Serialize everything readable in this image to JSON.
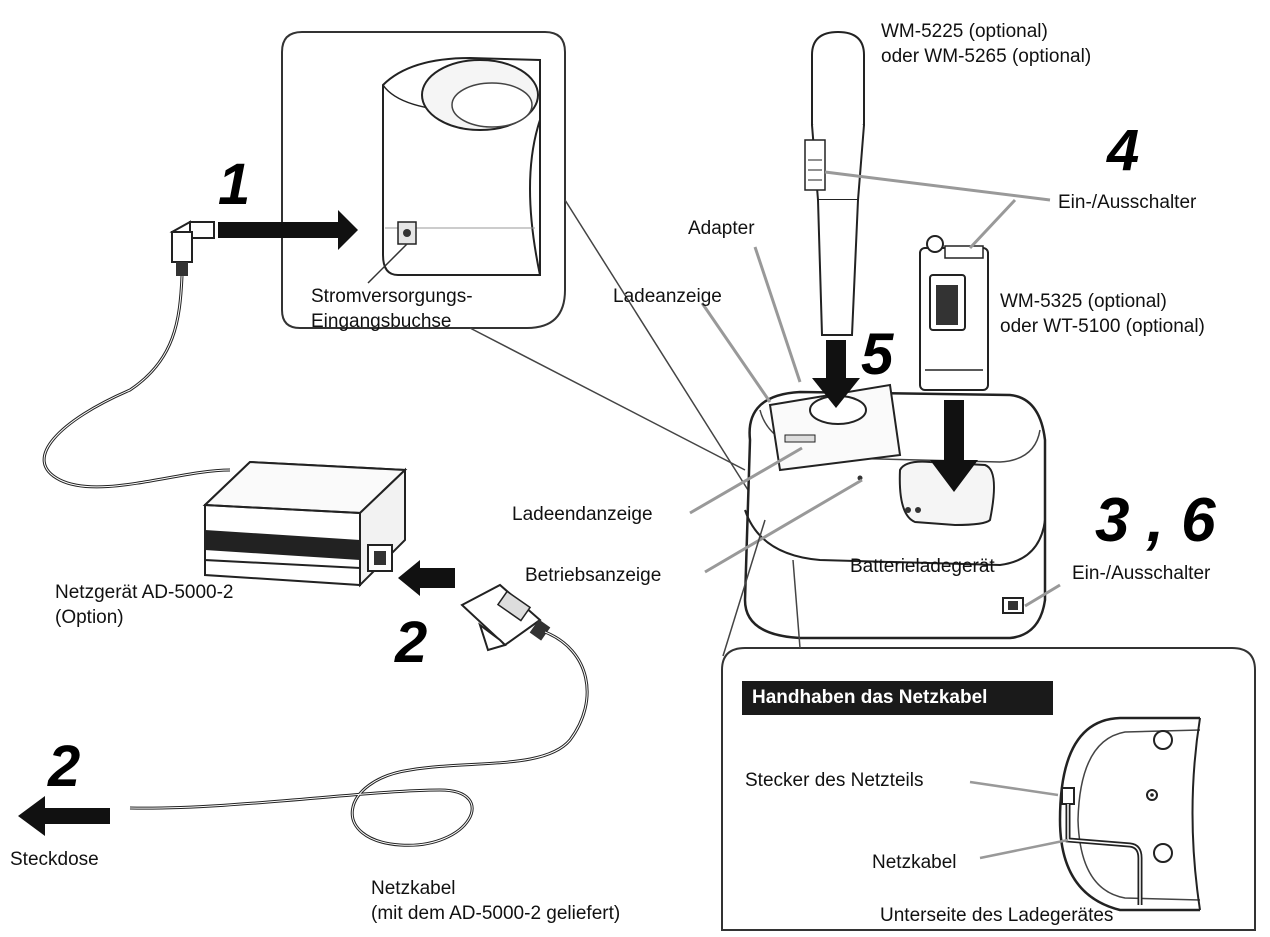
{
  "steps": {
    "s1": "1",
    "s2_adapter": "2",
    "s2_outlet": "2",
    "s4": "4",
    "s5": "5",
    "s36": "3 , 6"
  },
  "labels": {
    "mic_line1": "WM-5225  (optional)",
    "mic_line2": "oder WM-5265  (optional)",
    "switch_top": "Ein-/Ausschalter",
    "adapter": "Adapter",
    "charge_indicator": "Ladeanzeige",
    "bodypack_line1": "WM-5325  (optional)",
    "bodypack_line2": "oder WT-5100  (optional)",
    "power_jack_line1": "Stromversorgungs-",
    "power_jack_line2": "Eingangsbuchse",
    "charge_complete": "Ladeendanzeige",
    "operation_indicator": "Betriebsanzeige",
    "charger": "Batterieladegerät",
    "switch_bottom": "Ein-/Ausschalter",
    "power_unit_line1": "Netzgerät AD-5000-2",
    "power_unit_line2": "(Option)",
    "outlet": "Steckdose",
    "cable_line1": "Netzkabel",
    "cable_line2": "(mit dem AD-5000-2 geliefert)",
    "inset_title": "Handhaben das Netzkabel",
    "inset_plug": "Stecker des Netzteils",
    "inset_cable": "Netzkabel",
    "inset_bottom": "Unterseite des Ladegerätes"
  }
}
